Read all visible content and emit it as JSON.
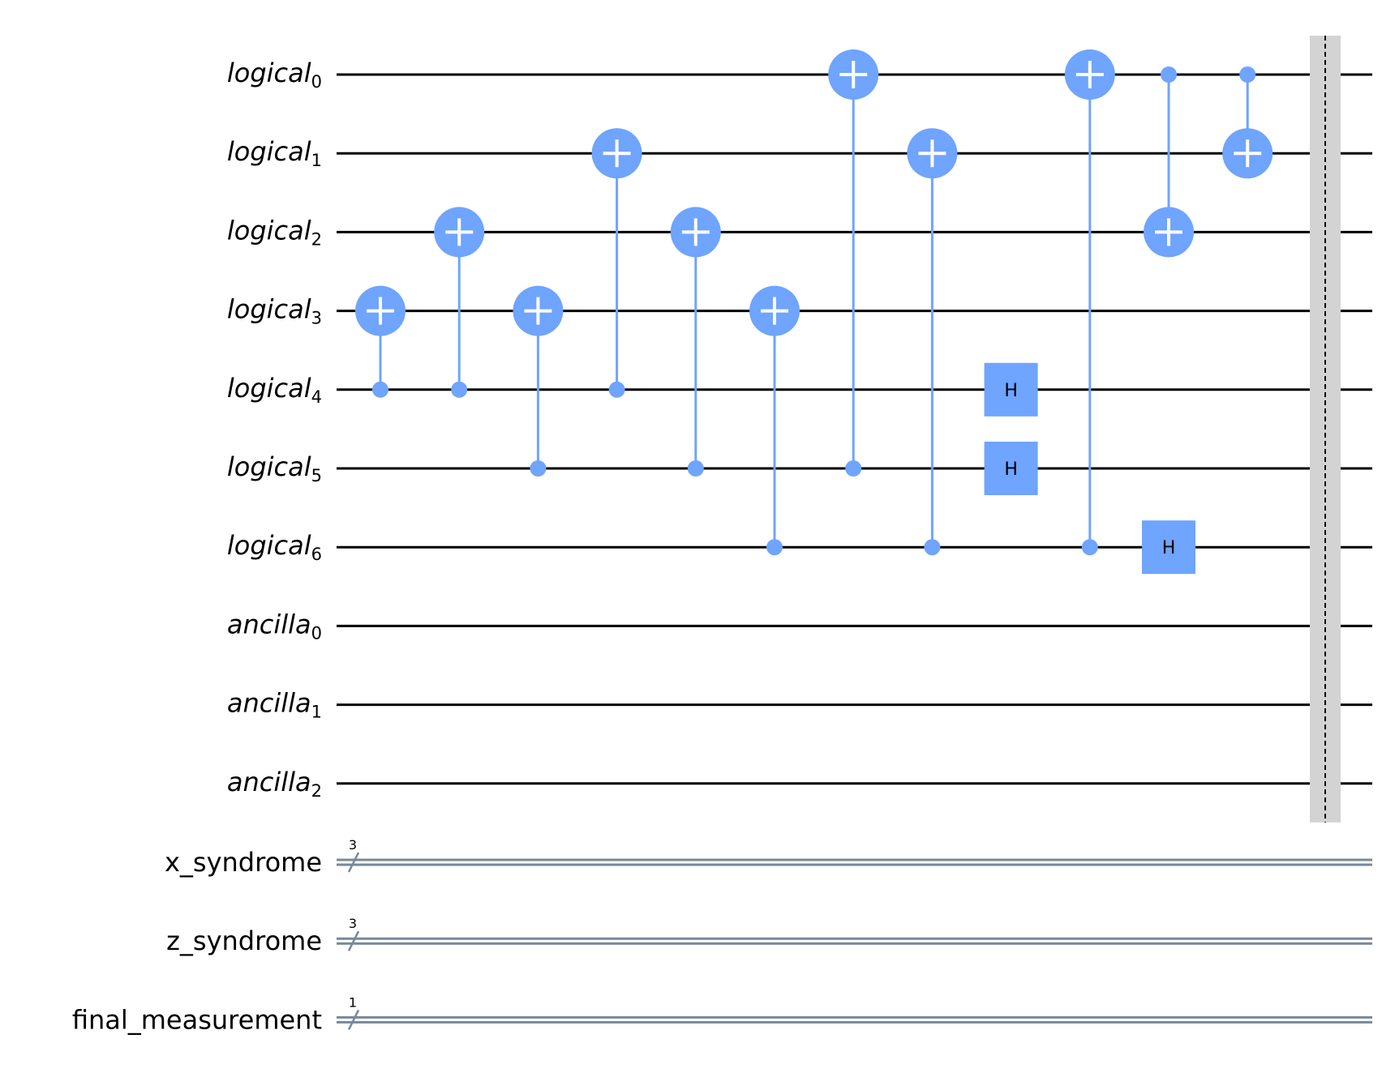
{
  "colors": {
    "gate": "#6fa4ff",
    "wire": "#000000",
    "classical_wire": "#778899",
    "barrier": "#d3d3d3"
  },
  "qubits": [
    {
      "name": "logical",
      "index": "0"
    },
    {
      "name": "logical",
      "index": "1"
    },
    {
      "name": "logical",
      "index": "2"
    },
    {
      "name": "logical",
      "index": "3"
    },
    {
      "name": "logical",
      "index": "4"
    },
    {
      "name": "logical",
      "index": "5"
    },
    {
      "name": "logical",
      "index": "6"
    },
    {
      "name": "ancilla",
      "index": "0"
    },
    {
      "name": "ancilla",
      "index": "1"
    },
    {
      "name": "ancilla",
      "index": "2"
    }
  ],
  "clbits": [
    {
      "name": "x_syndrome",
      "width": "3"
    },
    {
      "name": "z_syndrome",
      "width": "3"
    },
    {
      "name": "final_measurement",
      "width": "1"
    }
  ],
  "gates": [
    {
      "type": "cx",
      "control": 4,
      "target": 3,
      "step": 0
    },
    {
      "type": "cx",
      "control": 4,
      "target": 2,
      "step": 1
    },
    {
      "type": "cx",
      "control": 5,
      "target": 3,
      "step": 2
    },
    {
      "type": "cx",
      "control": 4,
      "target": 1,
      "step": 3
    },
    {
      "type": "cx",
      "control": 5,
      "target": 2,
      "step": 4
    },
    {
      "type": "cx",
      "control": 6,
      "target": 3,
      "step": 5
    },
    {
      "type": "cx",
      "control": 5,
      "target": 0,
      "step": 6
    },
    {
      "type": "cx",
      "control": 6,
      "target": 1,
      "step": 7
    },
    {
      "type": "h",
      "qubit": 4,
      "step": 8,
      "label": "H"
    },
    {
      "type": "h",
      "qubit": 5,
      "step": 8,
      "label": "H"
    },
    {
      "type": "cx",
      "control": 6,
      "target": 0,
      "step": 9
    },
    {
      "type": "cx",
      "control": 0,
      "target": 2,
      "step": 10
    },
    {
      "type": "h",
      "qubit": 6,
      "step": 10,
      "label": "H"
    },
    {
      "type": "cx",
      "control": 0,
      "target": 1,
      "step": 11
    }
  ],
  "barrier": {
    "after_step": 12,
    "spans_qubits": 10
  }
}
